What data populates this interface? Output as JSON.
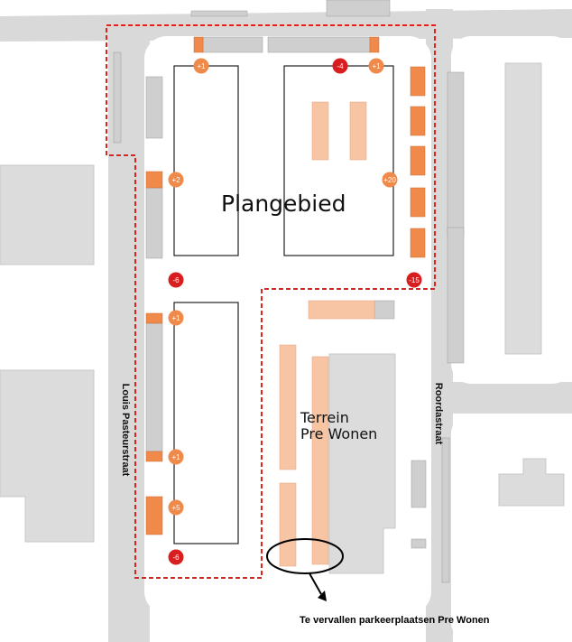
{
  "labels": {
    "plan_area": "Plangebied",
    "terrain": "Terrein\nPre Wonen",
    "street_left": "Louis Pasteurstraat",
    "street_right": "Roordastraat",
    "caption": "Te vervallen parkeerplaatsen Pre Wonen"
  },
  "badges": [
    "+1",
    "-4",
    "+1",
    "+2",
    "+20",
    "-6",
    "-15",
    "+1",
    "+1",
    "+5",
    "-6"
  ],
  "colors": {
    "road": "#d9d9d9",
    "building": "#dcdcdc",
    "boundary": "#e0231c",
    "parking_new": "#f08a4b",
    "parking_removed": "#f7c4a4",
    "parking_existing": "#cfcfcf",
    "badge_plus": "#f08a4b",
    "badge_minus": "#d81e1e"
  }
}
